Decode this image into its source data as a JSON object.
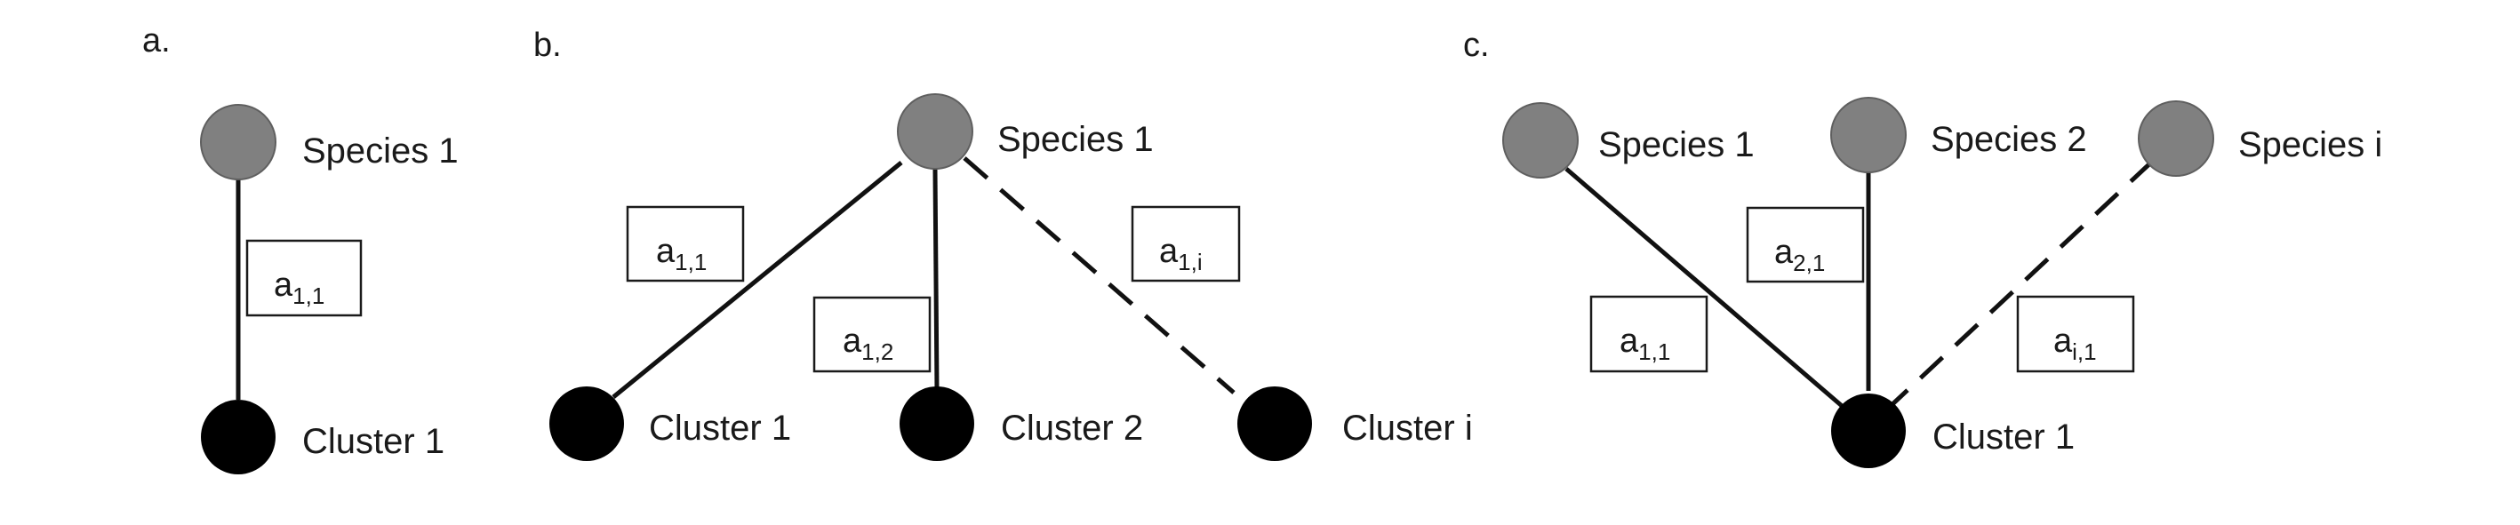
{
  "panels": {
    "a": {
      "letter": "a.",
      "species": [
        "Species 1"
      ],
      "clusters": [
        "Cluster 1"
      ],
      "coefficients": [
        {
          "base": "a",
          "sub": "1,1",
          "style": "solid"
        }
      ]
    },
    "b": {
      "letter": "b.",
      "species": [
        "Species 1"
      ],
      "clusters": [
        "Cluster 1",
        "Cluster 2",
        "Cluster i"
      ],
      "coefficients": [
        {
          "base": "a",
          "sub": "1,1",
          "style": "solid"
        },
        {
          "base": "a",
          "sub": "1,2",
          "style": "solid"
        },
        {
          "base": "a",
          "sub": "1,i",
          "style": "dashed"
        }
      ]
    },
    "c": {
      "letter": "c.",
      "species": [
        "Species 1",
        "Species 2",
        "Species i"
      ],
      "clusters": [
        "Cluster 1"
      ],
      "coefficients": [
        {
          "base": "a",
          "sub": "1,1",
          "style": "solid"
        },
        {
          "base": "a",
          "sub": "2,1",
          "style": "solid"
        },
        {
          "base": "a",
          "sub": "i,1",
          "style": "dashed"
        }
      ]
    }
  },
  "colors": {
    "species_node": "#808080",
    "cluster_node": "#000000",
    "edge": "#111111"
  }
}
